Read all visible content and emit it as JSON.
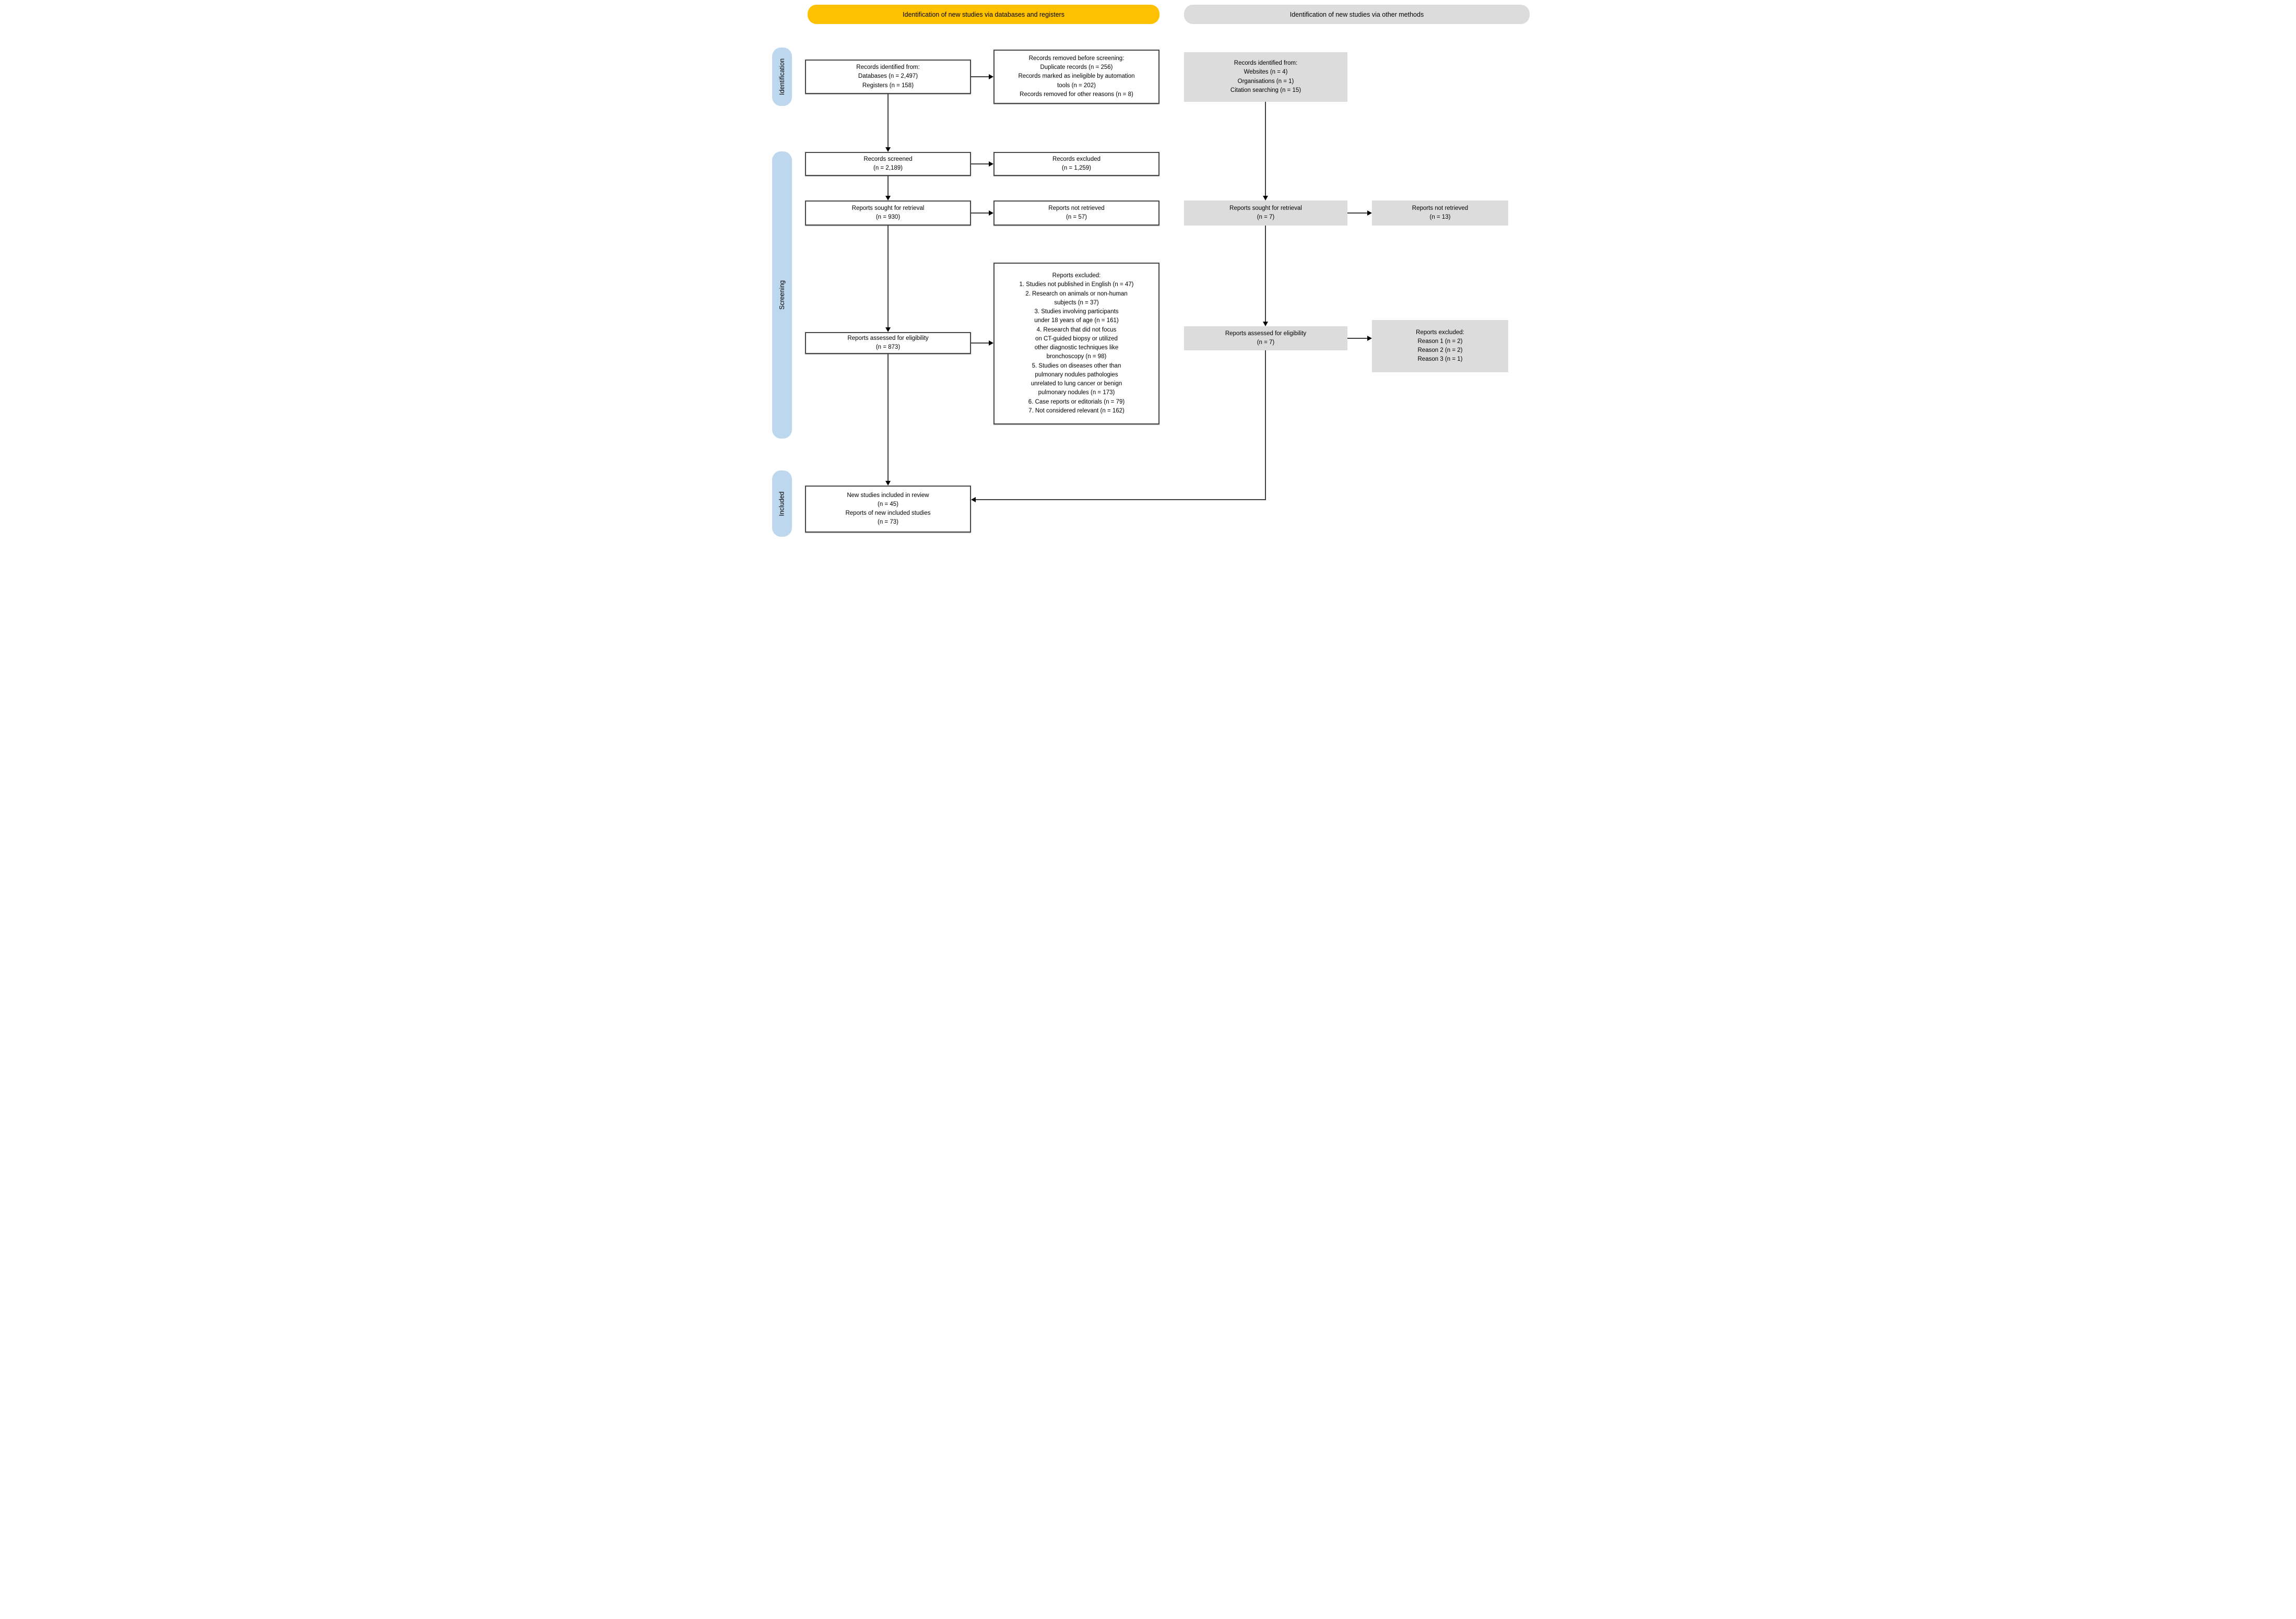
{
  "diagram_type": "PRISMA 2020 flow diagram",
  "colors": {
    "banner_databases": "#FDC101",
    "banner_other_methods": "#DCDCDC",
    "stage_pill": "#BDD7EE",
    "gray_box_fill": "#DCDCDC",
    "white_box_border": "#484848",
    "arrow": "#000000"
  },
  "banners": {
    "databases": "Identification of new studies via databases and registers",
    "other_methods": "Identification of new studies via other methods"
  },
  "stages": {
    "identification": "Identification",
    "screening": "Screening",
    "included": "Included"
  },
  "databases_flow": {
    "records_identified": "Records identified from:\nDatabases (n = 2,497)\nRegisters (n = 158)",
    "records_removed": "Records removed before screening:\nDuplicate records (n = 256)\nRecords marked as ineligible by automation\ntools (n = 202)\nRecords removed for other reasons (n = 8)",
    "records_screened": "Records screened\n(n = 2,189)",
    "records_excluded": "Records excluded\n(n = 1,259)",
    "reports_sought": "Reports sought for retrieval\n(n = 930)",
    "reports_not_retrieved": "Reports not retrieved\n(n = 57)",
    "reports_assessed": "Reports assessed for eligibility\n(n = 873)",
    "reports_excluded_reasons": "Reports excluded:\n1. Studies not published in English (n = 47)\n2. Research on animals or non-human\nsubjects (n = 37)\n3. Studies involving participants\nunder 18 years of age (n = 161)\n4. Research that did not focus\non CT-guided biopsy or utilized\nother diagnostic techniques like\nbronchoscopy (n = 98)\n5. Studies on diseases other than\npulmonary nodules pathologies\nunrelated to lung cancer or benign\npulmonary nodules (n = 173)\n6. Case reports or editorials (n = 79)\n7. Not considered relevant (n = 162)",
    "new_studies_included": "New studies included in review\n(n = 45)\nReports of new included studies\n(n = 73)"
  },
  "other_methods_flow": {
    "records_identified": "Records identified from:\nWebsites (n = 4)\nOrganisations (n = 1)\nCitation searching (n = 15)",
    "reports_sought": "Reports sought for retrieval\n(n = 7)",
    "reports_not_retrieved": "Reports not retrieved\n(n = 13)",
    "reports_assessed": "Reports assessed for eligibility\n(n = 7)",
    "reports_excluded_reasons": "Reports excluded:\nReason 1 (n = 2)\nReason 2 (n = 2)\nReason 3 (n = 1)"
  }
}
